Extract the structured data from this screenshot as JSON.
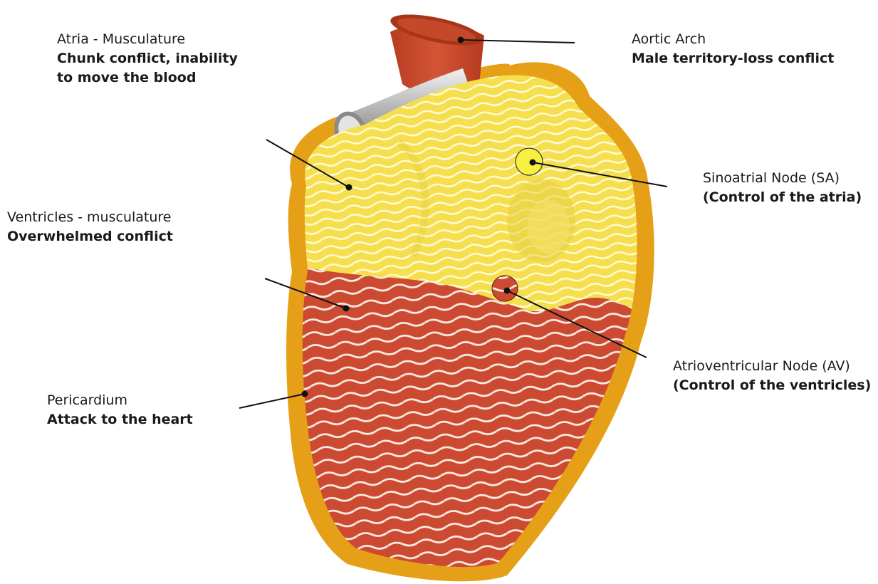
{
  "labels": {
    "atria": {
      "title": "Atria - Musculature",
      "desc_line1": "Chunk conflict, inability",
      "desc_line2": "to move the blood"
    },
    "aortic_arch": {
      "title": "Aortic Arch",
      "desc": "Male territory-loss conflict"
    },
    "sinoatrial": {
      "title": "Sinoatrial Node (SA)",
      "desc": "(Control of the atria)"
    },
    "ventricles": {
      "title": "Ventricles - musculature",
      "desc": "Overwhelmed conflict"
    },
    "atrioventricular": {
      "title": "Atrioventricular Node (AV)",
      "desc": "(Control of the ventricles)"
    },
    "pericardium": {
      "title": "Pericardium",
      "desc": "Attack to the heart"
    }
  },
  "colors": {
    "pericardium": "#e6a018",
    "atria": "#f7e35a",
    "atria_wave": "#fff8c8",
    "ventricles": "#cf4a32",
    "ventricles_wave": "#f6e6dc",
    "aorta": "#c9482c",
    "vessel": "#c8c8c8",
    "leader": "#111111"
  }
}
